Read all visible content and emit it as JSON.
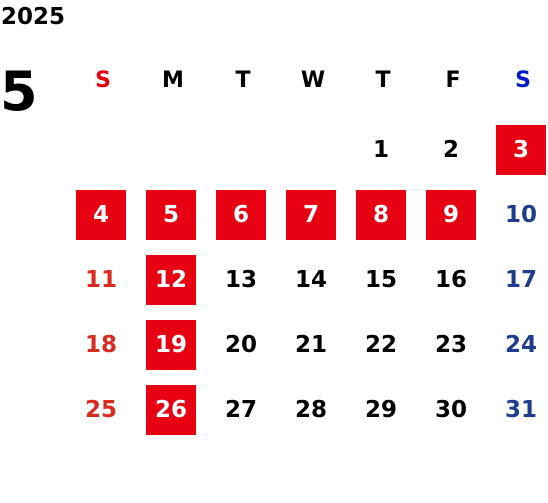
{
  "calendar": {
    "year": "2025",
    "month": "5",
    "weekdays": [
      "S",
      "M",
      "T",
      "W",
      "T",
      "F",
      "S"
    ],
    "weeks": [
      [
        {
          "day": "",
          "holiday": false
        },
        {
          "day": "",
          "holiday": false
        },
        {
          "day": "",
          "holiday": false
        },
        {
          "day": "",
          "holiday": false
        },
        {
          "day": "1",
          "holiday": false
        },
        {
          "day": "2",
          "holiday": false
        },
        {
          "day": "3",
          "holiday": true
        }
      ],
      [
        {
          "day": "4",
          "holiday": true
        },
        {
          "day": "5",
          "holiday": true
        },
        {
          "day": "6",
          "holiday": true
        },
        {
          "day": "7",
          "holiday": true
        },
        {
          "day": "8",
          "holiday": true
        },
        {
          "day": "9",
          "holiday": true
        },
        {
          "day": "10",
          "holiday": false
        }
      ],
      [
        {
          "day": "11",
          "holiday": false
        },
        {
          "day": "12",
          "holiday": true
        },
        {
          "day": "13",
          "holiday": false
        },
        {
          "day": "14",
          "holiday": false
        },
        {
          "day": "15",
          "holiday": false
        },
        {
          "day": "16",
          "holiday": false
        },
        {
          "day": "17",
          "holiday": false
        }
      ],
      [
        {
          "day": "18",
          "holiday": false
        },
        {
          "day": "19",
          "holiday": true
        },
        {
          "day": "20",
          "holiday": false
        },
        {
          "day": "21",
          "holiday": false
        },
        {
          "day": "22",
          "holiday": false
        },
        {
          "day": "23",
          "holiday": false
        },
        {
          "day": "24",
          "holiday": false
        }
      ],
      [
        {
          "day": "25",
          "holiday": false
        },
        {
          "day": "26",
          "holiday": true
        },
        {
          "day": "27",
          "holiday": false
        },
        {
          "day": "28",
          "holiday": false
        },
        {
          "day": "29",
          "holiday": false
        },
        {
          "day": "30",
          "holiday": false
        },
        {
          "day": "31",
          "holiday": false
        }
      ]
    ]
  },
  "colors": {
    "holiday_bg": "#e60012",
    "sunday_header": "#e60012",
    "saturday_header": "#0018c8",
    "sunday_date": "#d92b20",
    "saturday_date": "#1f3d8c",
    "weekday": "#000000"
  }
}
